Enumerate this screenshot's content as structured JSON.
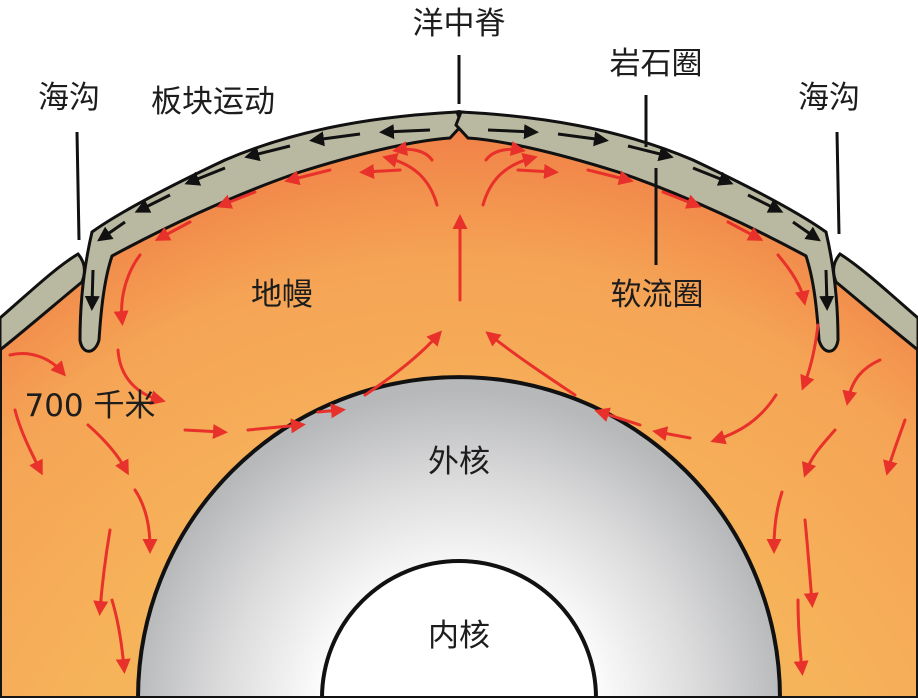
{
  "labels": {
    "ridge": "洋中脊",
    "trench_left": "海沟",
    "trench_right": "海沟",
    "plate_motion": "板块运动",
    "lithosphere": "岩石圈",
    "asthenosphere": "软流圈",
    "mantle": "地幔",
    "depth": "700 千米",
    "outer_core": "外核",
    "inner_core": "内核"
  },
  "colors": {
    "mantle_outer": "#ef7443",
    "mantle_inner": "#f6b45a",
    "plate": "#b9b9a2",
    "outer_core": "#b7b8ba",
    "inner_core": "#ffffff",
    "convection_arrow": "#e8312a",
    "plate_arrow": "#111111"
  }
}
